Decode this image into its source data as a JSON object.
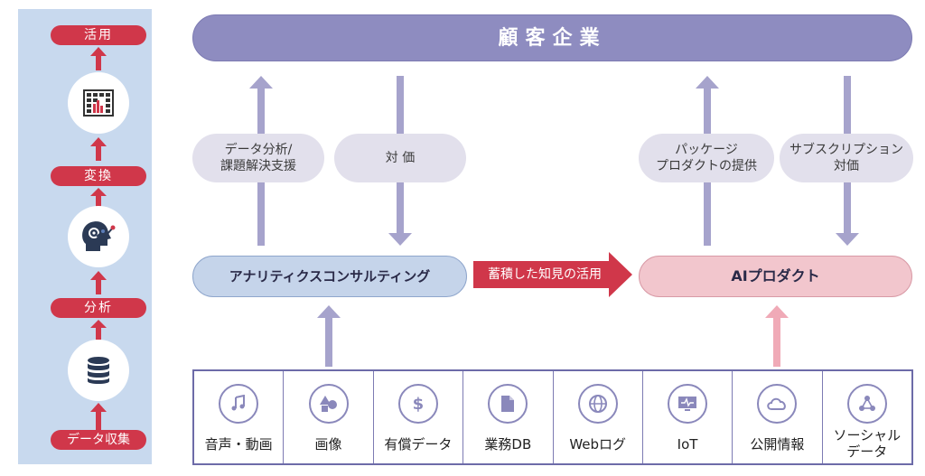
{
  "flow": {
    "steps": [
      {
        "label": "活用",
        "icon": "table-chart-icon"
      },
      {
        "label": "変換",
        "icon": "ai-head-icon"
      },
      {
        "label": "分析",
        "icon": "database-icon"
      },
      {
        "label": "データ収集"
      }
    ]
  },
  "customer": {
    "label": "顧客企業"
  },
  "ellipses": {
    "analysis": {
      "line1": "データ分析/",
      "line2": "課題解決支援"
    },
    "price": {
      "line1": "対 価"
    },
    "package": {
      "line1": "パッケージ",
      "line2": "プロダクトの提供"
    },
    "subscription": {
      "line1": "サブスクリプション",
      "line2": "対価"
    }
  },
  "consulting": {
    "label": "アナリティクスコンサルティング"
  },
  "knowledge": {
    "label": "蓄積した知見の活用"
  },
  "ai_product": {
    "label": "AIプロダクト"
  },
  "sources": [
    {
      "label": "音声・動画",
      "icon": "music-note-icon"
    },
    {
      "label": "画像",
      "icon": "shapes-icon"
    },
    {
      "label": "有償データ",
      "icon": "dollar-icon"
    },
    {
      "label": "業務DB",
      "icon": "document-icon"
    },
    {
      "label": "Webログ",
      "icon": "globe-icon"
    },
    {
      "label": "IoT",
      "icon": "monitor-icon"
    },
    {
      "label": "公開情報",
      "icon": "cloud-icon"
    },
    {
      "label1": "ソーシャル",
      "label2": "データ",
      "icon": "share-icon"
    }
  ],
  "colors": {
    "accent_red": "#d0374a",
    "purple": "#8e8cc0",
    "blue_light": "#c5d4ea",
    "pink_light": "#f2c6cd"
  }
}
